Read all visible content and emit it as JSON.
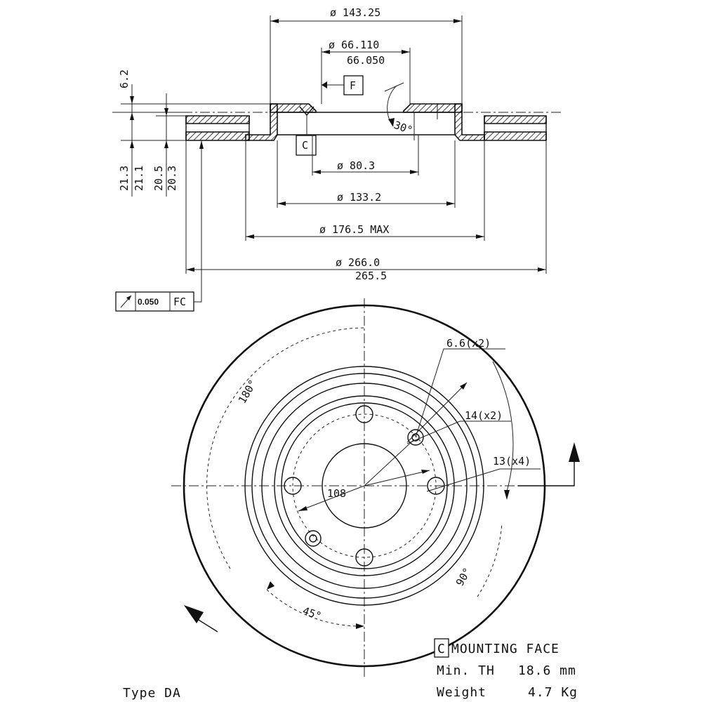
{
  "section_view": {
    "dia_hat_outer": "ø 143.25",
    "dia_bore_max": "ø 66.110",
    "dia_bore_min": "66.050",
    "datum_f": "F",
    "datum_c": "C",
    "chamfer_angle": "30°",
    "dia_80": "ø 80.3",
    "dia_133": "ø 133.2",
    "dia_176": "ø 176.5 MAX",
    "dia_266_max": "ø 266.0",
    "dia_266_min": "265.5",
    "dim_6_2": "6.2",
    "dim_21_3": "21.3",
    "dim_21_1": "21.1",
    "dim_20_5": "20.5",
    "dim_20_3": "20.3"
  },
  "tolerance_frame": {
    "value": "0.050",
    "datums": "FC"
  },
  "front_view": {
    "hole_6_6": "6.6(x2)",
    "hole_14": "14(x2)",
    "hole_13": "13(x4)",
    "pcd": "108",
    "angle_180": "180°",
    "angle_90": "90°",
    "angle_45": "45°"
  },
  "notes": {
    "datum_letter": "C",
    "mounting_face": "MOUNTING FACE",
    "min_th_label": "Min. TH",
    "min_th_value": "18.6 mm",
    "weight_label": "Weight",
    "weight_value": "4.7 Kg",
    "type": "Type DA"
  }
}
